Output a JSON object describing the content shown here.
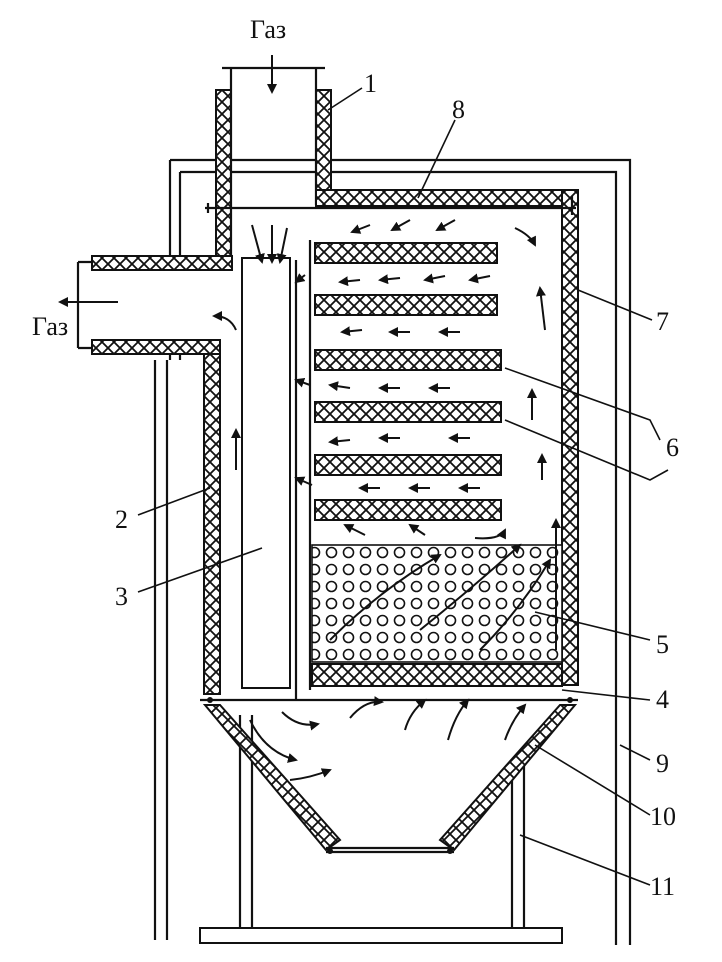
{
  "labels": {
    "gas_in": "Газ",
    "gas_out": "Газ",
    "n1": "1",
    "n2": "2",
    "n3": "3",
    "n4": "4",
    "n5": "5",
    "n6": "6",
    "n7": "7",
    "n8": "8",
    "n9": "9",
    "n10": "10",
    "n11": "11"
  }
}
